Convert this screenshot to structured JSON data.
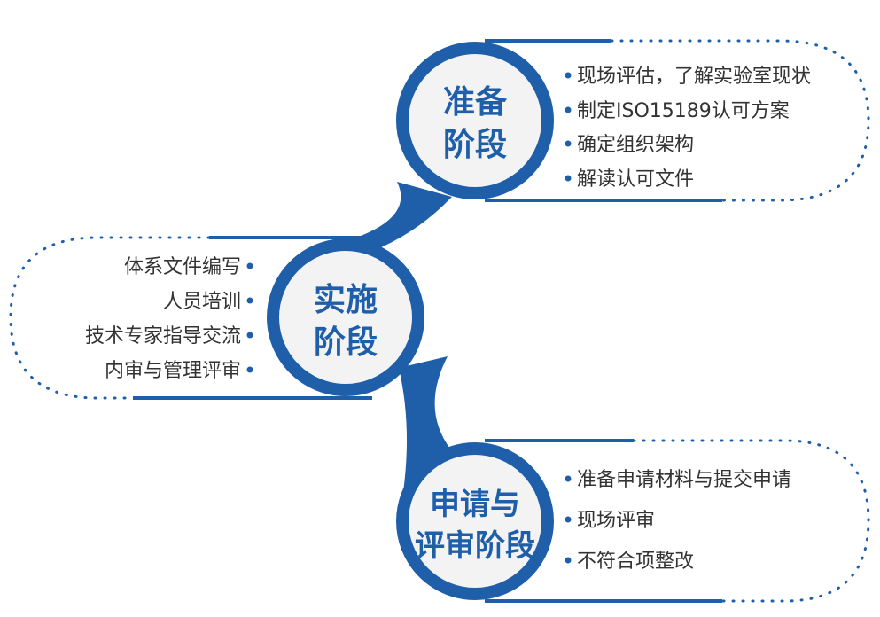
{
  "colors": {
    "accent": "#1f5faa",
    "circle_fill": "#f3f3f3",
    "text": "#333333",
    "background": "#ffffff"
  },
  "stages": [
    {
      "title_lines": [
        "准备",
        "阶段"
      ],
      "items": [
        "现场评估，了解实验室现状",
        "制定ISO15189认可方案",
        "确定组织架构",
        "解读认可文件"
      ]
    },
    {
      "title_lines": [
        "实施",
        "阶段"
      ],
      "items": [
        "体系文件编写",
        "人员培训",
        "技术专家指导交流",
        "内审与管理评审"
      ]
    },
    {
      "title_lines": [
        "申请与",
        "评审阶段"
      ],
      "items": [
        "准备申请材料与提交申请",
        "现场评审",
        "不符合项整改"
      ]
    }
  ]
}
